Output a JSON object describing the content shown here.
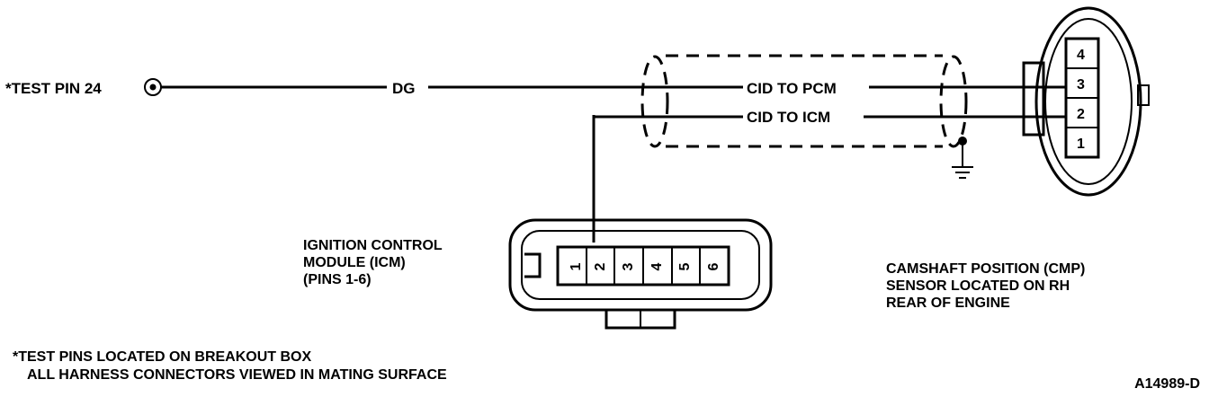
{
  "test_pin": {
    "label": "*TEST PIN 24"
  },
  "wires": {
    "dg": "DG",
    "cid_pcm": "CID TO PCM",
    "cid_icm": "CID TO ICM"
  },
  "icm": {
    "label_line1": "IGNITION CONTROL",
    "label_line2": "MODULE (ICM)",
    "label_line3": "(PINS 1-6)",
    "pins": [
      "1",
      "2",
      "3",
      "4",
      "5",
      "6"
    ]
  },
  "cmp": {
    "label_line1": "CAMSHAFT POSITION (CMP)",
    "label_line2": "SENSOR LOCATED ON RH",
    "label_line3": "REAR OF ENGINE",
    "pins": [
      "4",
      "3",
      "2",
      "1"
    ]
  },
  "notes": {
    "line1": "*TEST PINS LOCATED ON BREAKOUT BOX",
    "line2": "ALL HARNESS CONNECTORS VIEWED IN MATING SURFACE"
  },
  "figure_id": "A14989-D"
}
